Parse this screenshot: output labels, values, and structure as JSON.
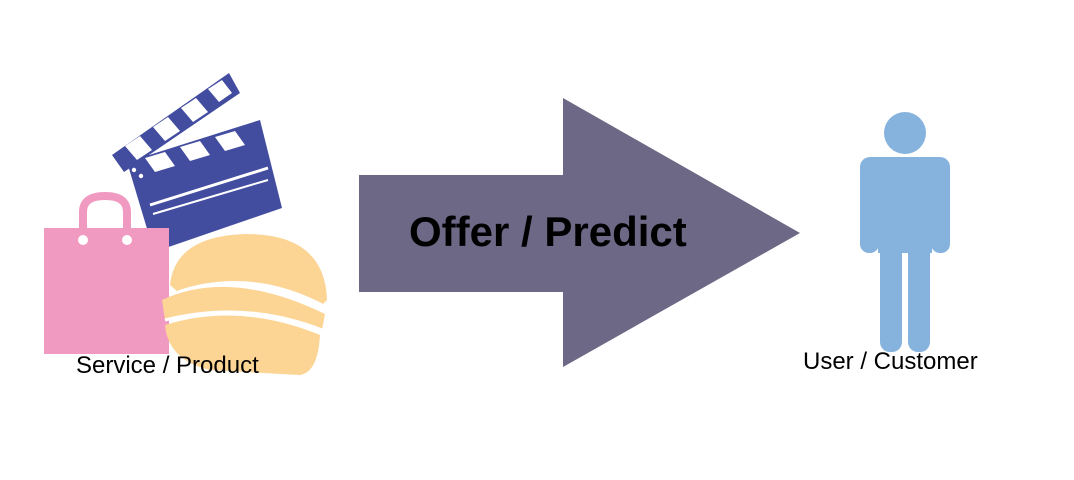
{
  "diagram": {
    "source_label": "Service / Product",
    "arrow_label": "Offer / Predict",
    "target_label": "User / Customer"
  },
  "icons": {
    "clapperboard": "clapperboard-icon",
    "shopping_bag": "shopping-bag-icon",
    "burger": "burger-icon",
    "person": "person-icon"
  },
  "colors": {
    "clapperboard": "#434da0",
    "shopping_bag": "#f09ac2",
    "burger": "#fcd494",
    "arrow": "#6c6885",
    "person": "#86b3dd"
  }
}
